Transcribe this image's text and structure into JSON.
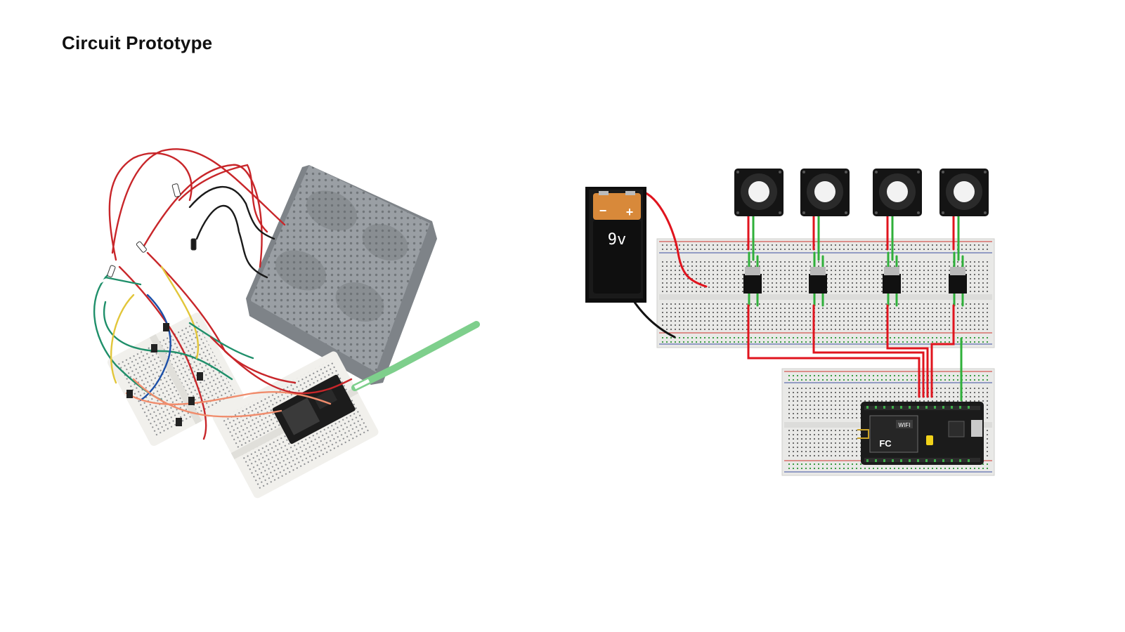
{
  "title": "Circuit Prototype",
  "photo": {
    "icon": "circuit-photo",
    "enclosure_color": "#8f949a",
    "wire_colors": [
      "#c8262a",
      "#1a1a1a",
      "#1f8f6a",
      "#1b4fa8",
      "#e2c63a",
      "#f08c6c",
      "#ffffff"
    ]
  },
  "schematic": {
    "battery_label": "9v",
    "battery_minus": "−",
    "battery_plus": "+",
    "fan_count": 4,
    "module_wifi_label": "WIFI",
    "module_brand_label": "FC",
    "colors": {
      "breadboard": "#e9e9e7",
      "rail_red": "#d0342c",
      "rail_blue": "#3b4fa0",
      "wire_red": "#e0141e",
      "wire_green": "#2fb03a",
      "wire_black": "#111111",
      "battery_gold": "#d8893a",
      "module": "#1b1b1b",
      "fan": "#141414"
    }
  }
}
